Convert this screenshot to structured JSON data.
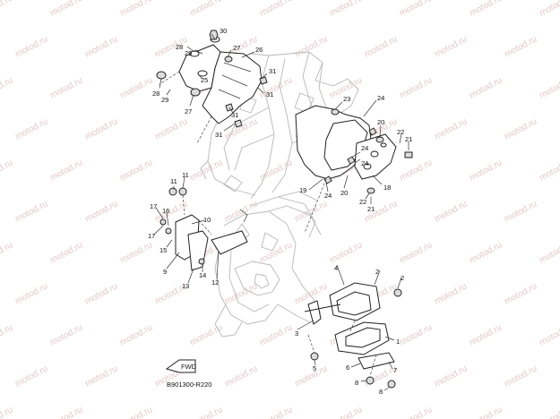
{
  "diagram": {
    "watermark": "motod.ru",
    "code": "B901300-R220",
    "fwd_label": "FWD",
    "labels": [
      {
        "t": "30"
      },
      {
        "t": "29"
      },
      {
        "t": "28"
      },
      {
        "t": "27"
      },
      {
        "t": "26"
      },
      {
        "t": "25"
      },
      {
        "t": "28"
      },
      {
        "t": "29"
      },
      {
        "t": "27"
      },
      {
        "t": "31"
      },
      {
        "t": "31"
      },
      {
        "t": "31"
      },
      {
        "t": "31"
      },
      {
        "t": "23"
      },
      {
        "t": "24"
      },
      {
        "t": "20"
      },
      {
        "t": "22"
      },
      {
        "t": "21"
      },
      {
        "t": "24"
      },
      {
        "t": "24"
      },
      {
        "t": "19"
      },
      {
        "t": "24"
      },
      {
        "t": "20"
      },
      {
        "t": "18"
      },
      {
        "t": "22"
      },
      {
        "t": "21"
      },
      {
        "t": "11"
      },
      {
        "t": "11"
      },
      {
        "t": "17"
      },
      {
        "t": "16"
      },
      {
        "t": "10"
      },
      {
        "t": "17"
      },
      {
        "t": "15"
      },
      {
        "t": "9"
      },
      {
        "t": "14"
      },
      {
        "t": "13"
      },
      {
        "t": "12"
      },
      {
        "t": "4"
      },
      {
        "t": "2"
      },
      {
        "t": "2"
      },
      {
        "t": "3"
      },
      {
        "t": "1"
      },
      {
        "t": "5"
      },
      {
        "t": "6"
      },
      {
        "t": "7"
      },
      {
        "t": "8"
      },
      {
        "t": "8"
      }
    ]
  }
}
